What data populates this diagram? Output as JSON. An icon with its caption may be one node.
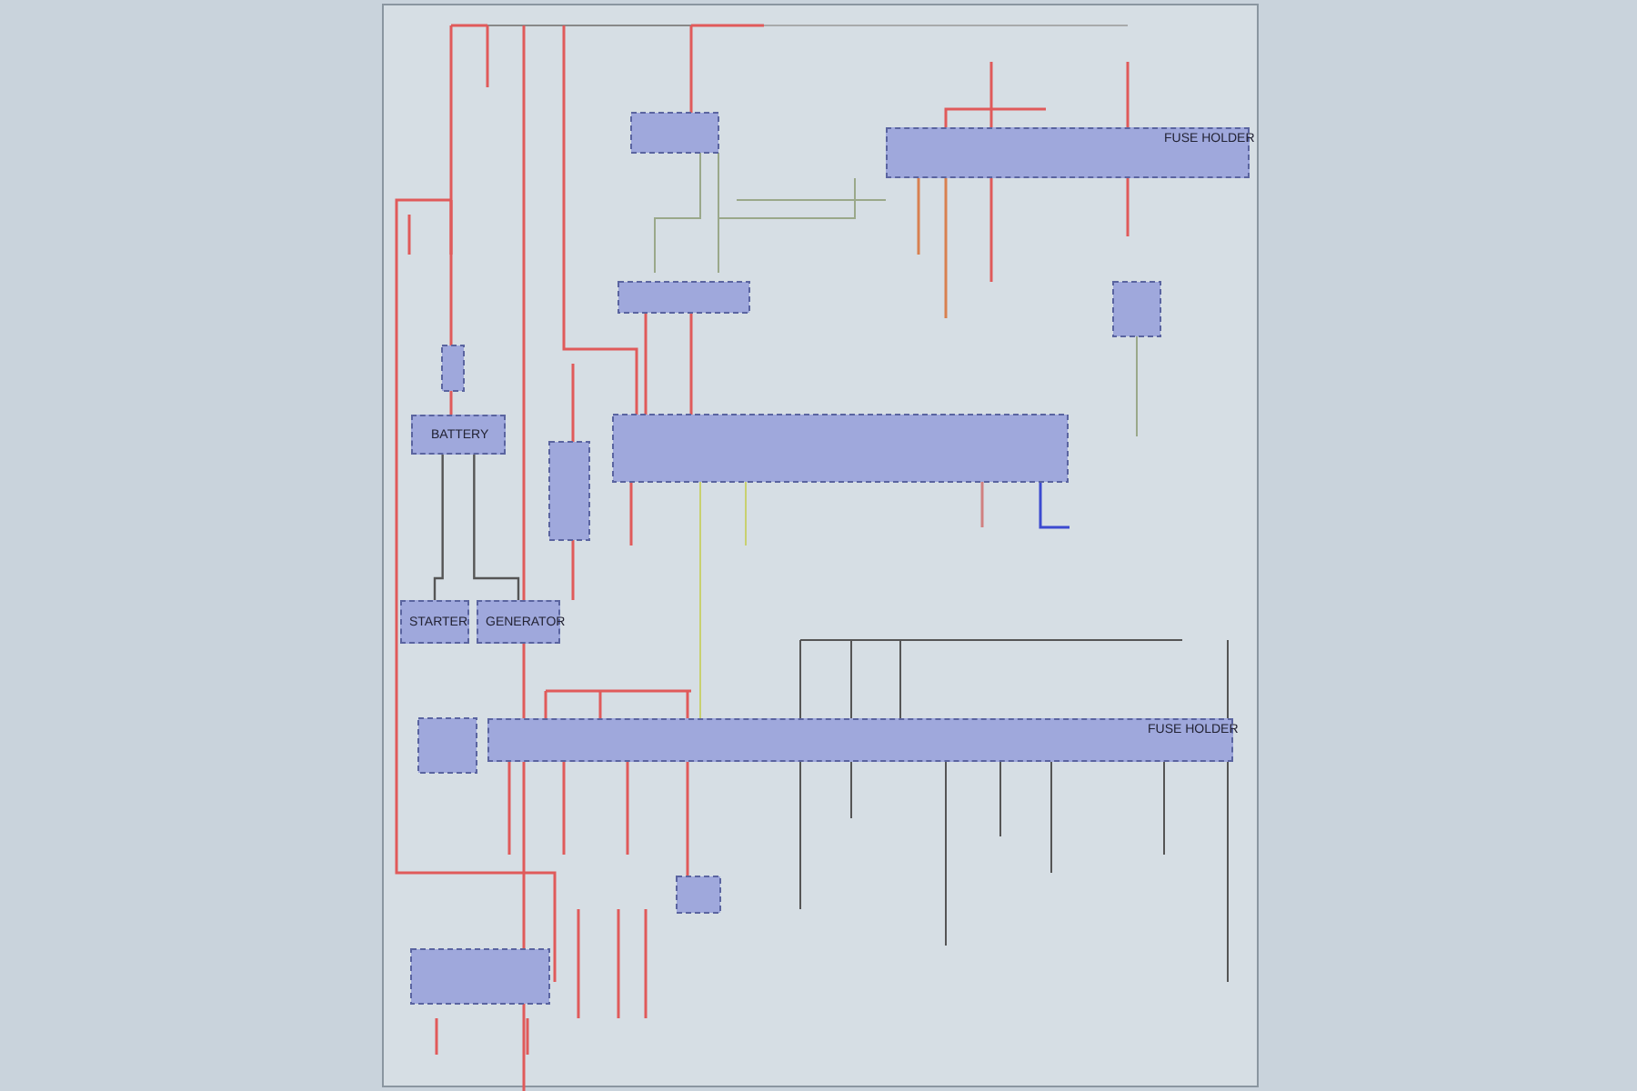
{
  "diagram": {
    "nodes": [
      {
        "text": [
          "FUSE HOLDER"
        ]
      },
      {
        "text": [
          "FUSE HOLDER"
        ]
      },
      {
        "text": [
          "BATTERY"
        ]
      },
      {
        "text": [
          "STARTER"
        ]
      },
      {
        "text": [
          "GENERATOR"
        ]
      }
    ],
    "edges": [
      {
        "from": 2,
        "to": 3,
        "arrow": "none"
      },
      {
        "from": 2,
        "to": 4,
        "arrow": "none"
      }
    ]
  }
}
